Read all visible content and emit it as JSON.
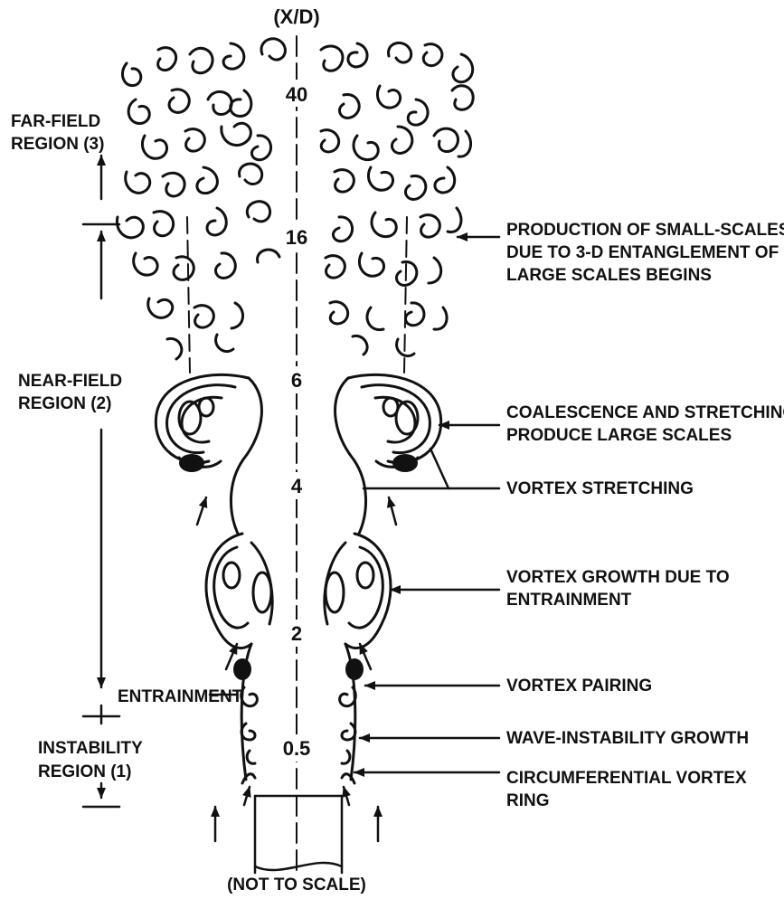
{
  "diagram": {
    "axis_label": "(X/D)",
    "stations": [
      "40",
      "16",
      "6",
      "4",
      "2",
      "0.5"
    ],
    "footer": "(NOT TO SCALE)",
    "regions": {
      "far_field": [
        "FAR-FIELD",
        "REGION (3)"
      ],
      "near_field": [
        "NEAR-FIELD",
        "REGION (2)"
      ],
      "instability": [
        "INSTABILITY",
        "REGION (1)"
      ]
    },
    "entrainment": "ENTRAINMENT",
    "annotations": {
      "small_scales": [
        "PRODUCTION OF SMALL-SCALES",
        "DUE TO 3-D ENTANGLEMENT OF",
        "LARGE SCALES BEGINS"
      ],
      "coalescence": [
        "COALESCENCE AND STRETCHING",
        "PRODUCE LARGE SCALES"
      ],
      "stretching": [
        "VORTEX STRETCHING"
      ],
      "growth": [
        "VORTEX GROWTH DUE TO",
        "ENTRAINMENT"
      ],
      "pairing": [
        "VORTEX PAIRING"
      ],
      "wave": [
        "WAVE-INSTABILITY GROWTH"
      ],
      "ring": [
        "CIRCUMFERENTIAL VORTEX",
        "RING"
      ]
    }
  }
}
